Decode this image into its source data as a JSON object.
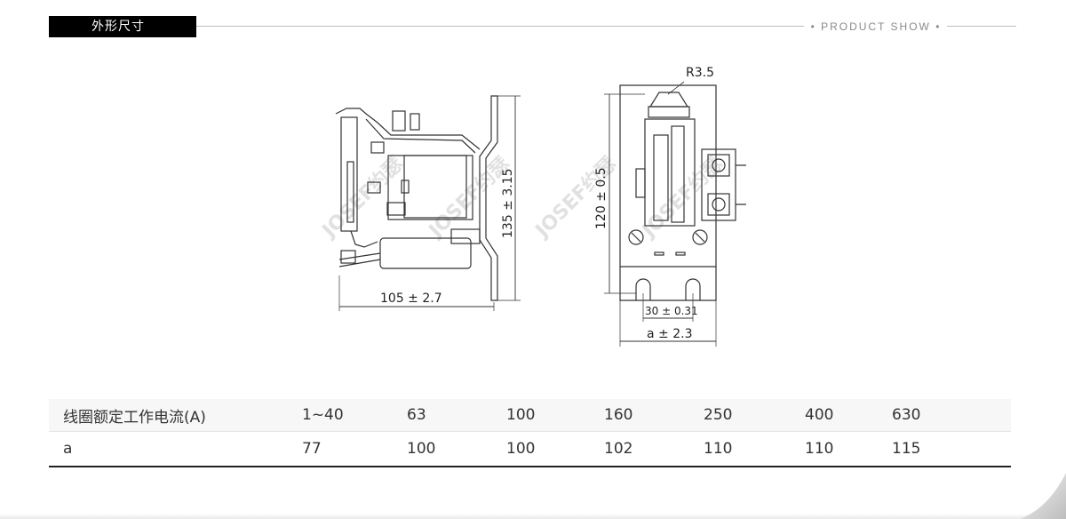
{
  "header": {
    "tab_label": "外形尺寸",
    "section_label": "• PRODUCT SHOW •"
  },
  "drawing": {
    "side_view": {
      "width_label": "105 ± 2.7",
      "height_label": "135 ± 3.15"
    },
    "front_view": {
      "radius_label": "R3.5",
      "height_label": "120 ± 0.5",
      "slot_spacing_label": "30 ± 0.31",
      "width_label": "a ± 2.3"
    },
    "watermark_text": "JOSEF约瑟"
  },
  "table": {
    "rows": [
      {
        "header": "线圈额定工作电流(A)",
        "cells": [
          "1~40",
          "63",
          "100",
          "160",
          "250",
          "400",
          "630"
        ]
      },
      {
        "header": "a",
        "cells": [
          "77",
          "100",
          "100",
          "102",
          "110",
          "110",
          "115"
        ]
      }
    ]
  },
  "colors": {
    "tab_background": "#000000",
    "line_color": "#bdbdbd",
    "drawing_stroke": "#333333"
  }
}
